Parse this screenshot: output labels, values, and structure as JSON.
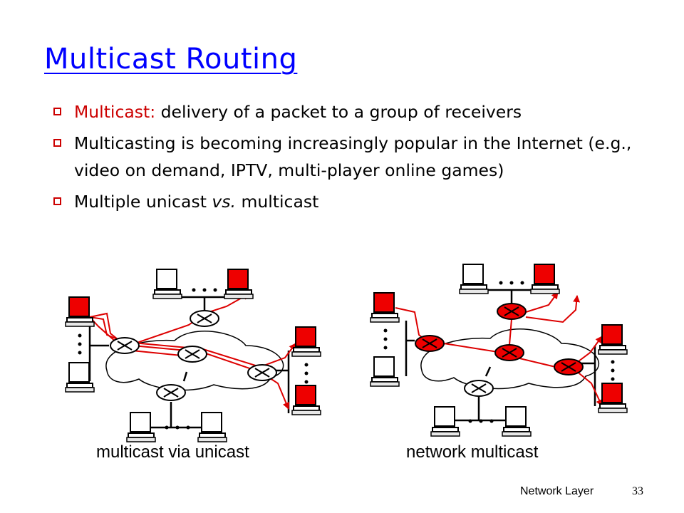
{
  "slide": {
    "title": "Multicast Routing",
    "bullets": [
      {
        "term": "Multicast:",
        "text": " delivery of a packet to a group of receivers"
      },
      {
        "text": "Multicasting is becoming increasingly popular in the Internet (e.g., video on demand, IPTV, multi-player online games)"
      },
      {
        "text_before": "Multiple unicast ",
        "emphasis": "vs.",
        "text_after": " multicast"
      }
    ]
  },
  "diagrams": {
    "left": {
      "caption": "multicast via unicast"
    },
    "right": {
      "caption": "network multicast"
    }
  },
  "footer": {
    "label": "Network Layer",
    "page": "33"
  },
  "colors": {
    "title": "#0000ff",
    "accent": "#cc0000",
    "receiver_host": "#ee0000",
    "path": "#dd0000"
  },
  "icons": {
    "bullet": "hollow-square-icon",
    "router": "router-icon",
    "host": "computer-icon"
  }
}
